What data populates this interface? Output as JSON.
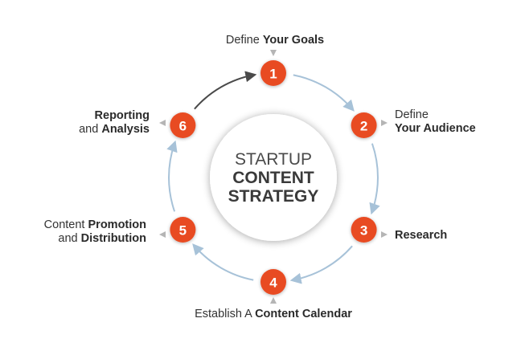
{
  "hub": {
    "line1": "STARTUP",
    "line2": "CONTENT",
    "line3": "STRATEGY"
  },
  "steps": [
    {
      "number": "1",
      "lines": [
        [
          "Define ",
          "Your Goals"
        ]
      ]
    },
    {
      "number": "2",
      "lines": [
        [
          "Define",
          ""
        ],
        [
          "",
          "Your Audience"
        ]
      ]
    },
    {
      "number": "3",
      "lines": [
        [
          "",
          "Research"
        ]
      ]
    },
    {
      "number": "4",
      "lines": [
        [
          "Establish A ",
          "Content Calendar"
        ]
      ]
    },
    {
      "number": "5",
      "lines": [
        [
          "Content ",
          "Promotion"
        ],
        [
          "and ",
          "Distribution"
        ]
      ]
    },
    {
      "number": "6",
      "lines": [
        [
          "",
          "Reporting"
        ],
        [
          "and ",
          "Analysis"
        ]
      ]
    }
  ],
  "colors": {
    "node": "#e84b24",
    "arrow_blue": "#a7c2d8",
    "arrow_dark": "#4a4a4a",
    "hub_fill": "#ffffff",
    "text": "#333333"
  }
}
